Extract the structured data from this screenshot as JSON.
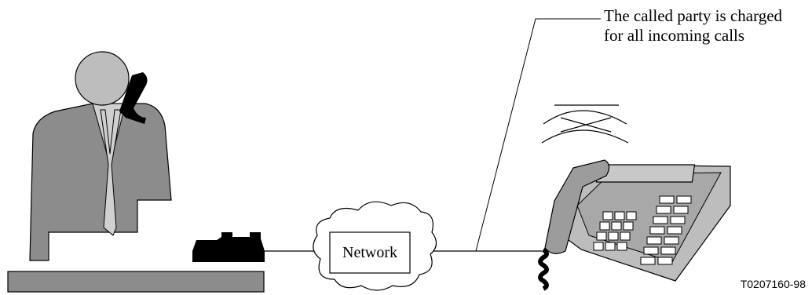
{
  "annotation": {
    "line1": "The called party is charged",
    "line2": "for all incoming calls"
  },
  "network_label": "Network",
  "figure_ref": "T0207160-98",
  "colors": {
    "figure_gray": "#8c8c8c",
    "light_gray": "#d0d0d0",
    "head_gray": "#bdbdbd",
    "dark": "#000000"
  }
}
